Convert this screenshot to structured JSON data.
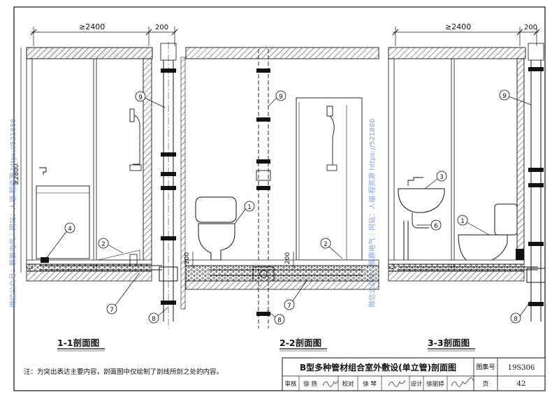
{
  "sections": [
    {
      "title": "1-1剖面图"
    },
    {
      "title": "2-2剖面图"
    },
    {
      "title": "3-3剖面图"
    }
  ],
  "dimensions": {
    "span_1": "≥2400",
    "wall_1": "200",
    "span_2": "≥2400",
    "wall_2": "200",
    "height_1": "≥2800",
    "floor_1": "200",
    "floor_2": "200"
  },
  "callouts": {
    "c1": "1",
    "c2": "2",
    "c3": "3",
    "c4": "4",
    "c6": "6",
    "c7": "7",
    "c8": "8",
    "c9": "9"
  },
  "note": "注：为突出表达主要内容，剖面图中仅绘制了剖线所剖之处的内容。",
  "title_block": {
    "title": "B型多种管材组合室外敷设(单立管)剖面图",
    "atlas_label": "图集号",
    "atlas_no": "19S306",
    "review_label": "审核",
    "reviewer": "徐 扬",
    "check_label": "校对",
    "checker": "徐 琴",
    "design_label": "设计",
    "designer": "徐丽婷",
    "page_label": "页",
    "page_no": "42"
  },
  "watermark": {
    "line_1": "微信公众号：豚豚电气｜网站：人福·程资源 https://521886",
    "line_2": "微信公众号：豚豚电气｜网站：人福·程资源 https://521886"
  },
  "colors": {
    "line": "#111111",
    "watermark": "#5a7fd0",
    "hatch": "#333333"
  }
}
